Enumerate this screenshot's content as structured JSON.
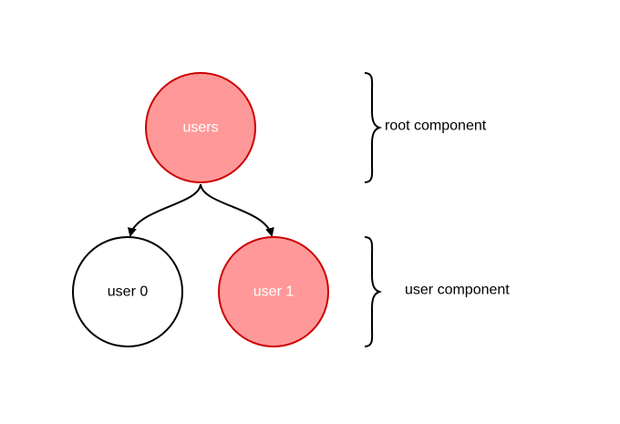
{
  "colors": {
    "highlight_fill": "#ff9999",
    "highlight_stroke": "#cc0000",
    "plain_fill": "#ffffff",
    "plain_stroke": "#000000",
    "highlight_text": "#ffffff",
    "plain_text": "#000000",
    "edge": "#000000"
  },
  "nodes": {
    "users": {
      "label": "users",
      "style": "highlight"
    },
    "user0": {
      "label": "user 0",
      "style": "plain"
    },
    "user1": {
      "label": "user 1",
      "style": "highlight"
    }
  },
  "edges": [
    {
      "from": "users",
      "to": "user0"
    },
    {
      "from": "users",
      "to": "user1"
    }
  ],
  "annotations": {
    "root": {
      "label": "root component"
    },
    "user": {
      "label": "user component"
    }
  }
}
